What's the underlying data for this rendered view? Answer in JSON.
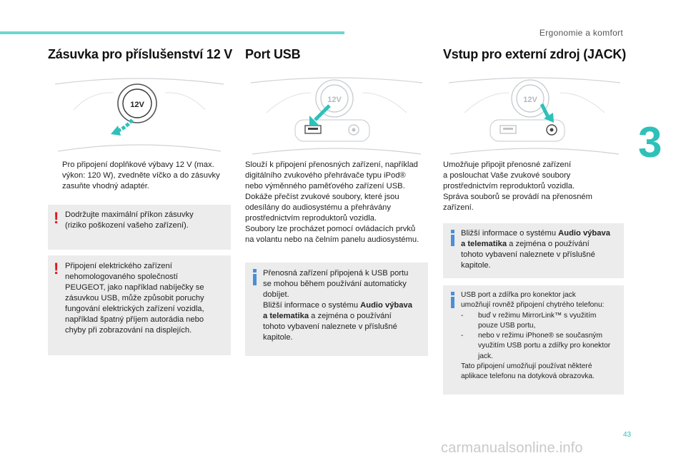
{
  "header": {
    "section": "Ergonomie a komfort",
    "chapter": "3",
    "page_number": "43"
  },
  "watermark": "carmanualsonline.info",
  "col1": {
    "title": "Zásuvka pro příslušenství 12 V",
    "socket_label": "12V",
    "instruction_mark": "",
    "instruction_lines": [
      "Pro připojení doplňkové výbavy 12 V (max.",
      "výkon: 120 W), zvedněte víčko a do zásuvky",
      "zasuňte vhodný adaptér."
    ],
    "warning1_mark": "!",
    "warning1_lines": [
      "Dodržujte maximální příkon zásuvky",
      "(riziko poškození vašeho zařízení)."
    ],
    "warning2_mark": "!",
    "warning2_lines": [
      "Připojení elektrického zařízení",
      "nehomologovaného společností",
      "PEUGEOT, jako například nabíječky se",
      "zásuvkou USB, může způsobit poruchy",
      "fungování elektrických zařízení vozidla,",
      "například špatný příjem autorádia nebo",
      "chyby při zobrazování na displejích."
    ]
  },
  "col2": {
    "title": "Port USB",
    "socket_label": "12V",
    "body_lines": [
      "Slouží k připojení přenosných zařízení, například",
      "digitálního zvukového přehrávače typu iPod®",
      "nebo výměnného paměťového zařízení USB.",
      "Dokáže přečíst zvukové soubory, které jsou",
      "odesílány do audiosystému a přehrávány",
      "prostřednictvím reproduktorů vozidla.",
      "Soubory lze procházet pomocí ovládacích prvků",
      "na volantu nebo na čelním panelu audiosystému."
    ],
    "info_lines": [
      "Přenosná zařízení připojená k USB portu",
      "se mohou během používání automaticky",
      "dobíjet.",
      "Bližší informace o systému"
    ],
    "info_bold": "Audio výbava",
    "info_bold2": "a telematika",
    "info_rest": " a zejména o používání",
    "info_tail": [
      "tohoto vybavení naleznete v příslušné",
      "kapitole."
    ]
  },
  "col3": {
    "title": "Vstup pro externí zdroj (JACK)",
    "socket_label": "12V",
    "body_lines": [
      "Umožňuje připojit přenosné zařízení",
      "a poslouchat Vaše zvukové soubory",
      "prostřednictvím reproduktorů vozidla.",
      "Správa souborů se provádí na přenosném",
      "zařízení."
    ],
    "info1_lead": "Bližší informace o systému ",
    "info1_bold": "Audio výbava",
    "info1_bold2": "a telematika",
    "info1_rest": " a zejména o používání",
    "info1_tail": [
      "tohoto vybavení naleznete v příslušné",
      "kapitole."
    ],
    "info2_lines": [
      "USB port a zdířka pro konektor jack",
      "umožňují rovněž připojení chytrého telefonu:"
    ],
    "info2_items": [
      {
        "dash": "-",
        "lines": [
          "buď v režimu MirrorLink™ s využitím",
          "pouze USB portu,"
        ]
      },
      {
        "dash": "-",
        "lines": [
          "nebo v režimu iPhone® se současným",
          "využitím USB portu a zdířky pro konektor",
          "jack."
        ]
      }
    ],
    "info2_tail": [
      "Tato připojení umožňují používat některé",
      "aplikace telefonu na dotyková obrazovka."
    ]
  }
}
